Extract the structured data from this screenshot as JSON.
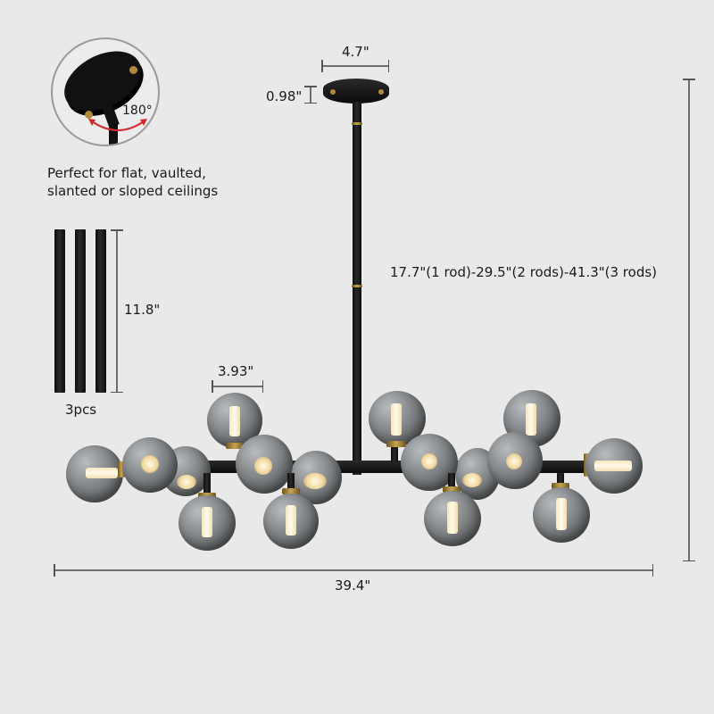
{
  "diagram": {
    "subject": "Glass globe chandelier dimensions",
    "canopy": {
      "width_label": "4.7\"",
      "height_label": "0.98\""
    },
    "swivel_inset": {
      "angle_label": "180°",
      "caption_line1": "Perfect for flat, vaulted,",
      "caption_line2": "slanted or sloped ceilings"
    },
    "extension_rods": {
      "length_label": "11.8\"",
      "count_label": "3pcs"
    },
    "globe": {
      "diameter_label": "3.93\""
    },
    "overall_height_label": "17.7\"(1 rod)-29.5\"(2 rods)-41.3\"(3 rods)",
    "overall_width_label": "39.4\"",
    "colors": {
      "background": "#e9e9e9",
      "metal": "#111111",
      "brass": "#c9a450",
      "glass": "#7d8082",
      "dimension_line": "#6e6e6e"
    }
  }
}
